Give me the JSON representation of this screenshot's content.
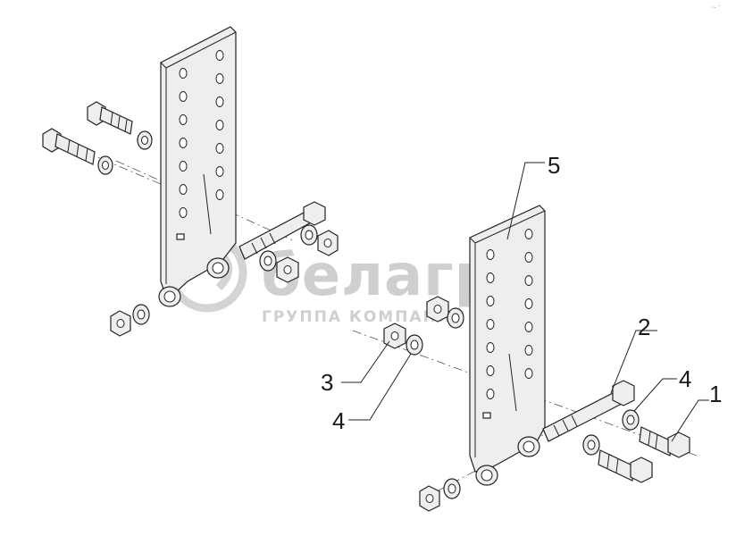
{
  "watermark": {
    "brand": "белагро",
    "tagline": "ГРУППА КОМПАНИЙ"
  },
  "corner_mark": "◦- ⁻",
  "callouts": [
    {
      "id": "c5",
      "label": "5"
    },
    {
      "id": "c2",
      "label": "2"
    },
    {
      "id": "c3",
      "label": "3"
    },
    {
      "id": "c4a",
      "label": "4"
    },
    {
      "id": "c4b",
      "label": "4"
    },
    {
      "id": "c1",
      "label": "1"
    }
  ],
  "colors": {
    "line": "#222222",
    "fill": "#eeeeee",
    "watermark": "#cfcfcf"
  }
}
